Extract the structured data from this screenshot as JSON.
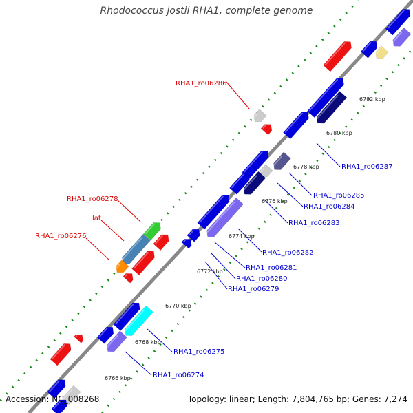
{
  "title": "Rhodococcus jostii RHA1, complete genome",
  "footer": {
    "accession": "Accession: NC_008268",
    "summary": "Topology: linear; Length: 7,804,765 bp; Genes: 7,274"
  },
  "colors": {
    "backbone": "#888888",
    "dots": "#1a8a1a",
    "label_red": "#dd0000",
    "label_blue": "#0000cc",
    "tick_text": "#222222"
  },
  "ticks": [
    {
      "label": "6766 kbp"
    },
    {
      "label": "6768 kbp"
    },
    {
      "label": "6770 kbp"
    },
    {
      "label": "6772 kbp"
    },
    {
      "label": "6774 kbp"
    },
    {
      "label": "6776 kbp"
    },
    {
      "label": "6778 kbp"
    },
    {
      "label": "6780 kbp"
    },
    {
      "label": "6782 kbp"
    }
  ],
  "gene_labels": [
    {
      "text": "RHA1_ro06286",
      "color": "#dd0000"
    },
    {
      "text": "RHA1_ro06278",
      "color": "#dd0000"
    },
    {
      "text": "lat",
      "color": "#dd0000"
    },
    {
      "text": "RHA1_ro06276",
      "color": "#dd0000"
    },
    {
      "text": "RHA1_ro06287",
      "color": "#0000cc"
    },
    {
      "text": "RHA1_ro06285",
      "color": "#0000cc"
    },
    {
      "text": "RHA1_ro06284",
      "color": "#0000cc"
    },
    {
      "text": "RHA1_ro06283",
      "color": "#0000cc"
    },
    {
      "text": "RHA1_ro06282",
      "color": "#0000cc"
    },
    {
      "text": "RHA1_ro06281",
      "color": "#0000cc"
    },
    {
      "text": "RHA1_ro06280",
      "color": "#0000cc"
    },
    {
      "text": "RHA1_ro06279",
      "color": "#0000cc"
    },
    {
      "text": "RHA1_ro06275",
      "color": "#0000cc"
    },
    {
      "text": "RHA1_ro06274",
      "color": "#0000cc"
    }
  ]
}
